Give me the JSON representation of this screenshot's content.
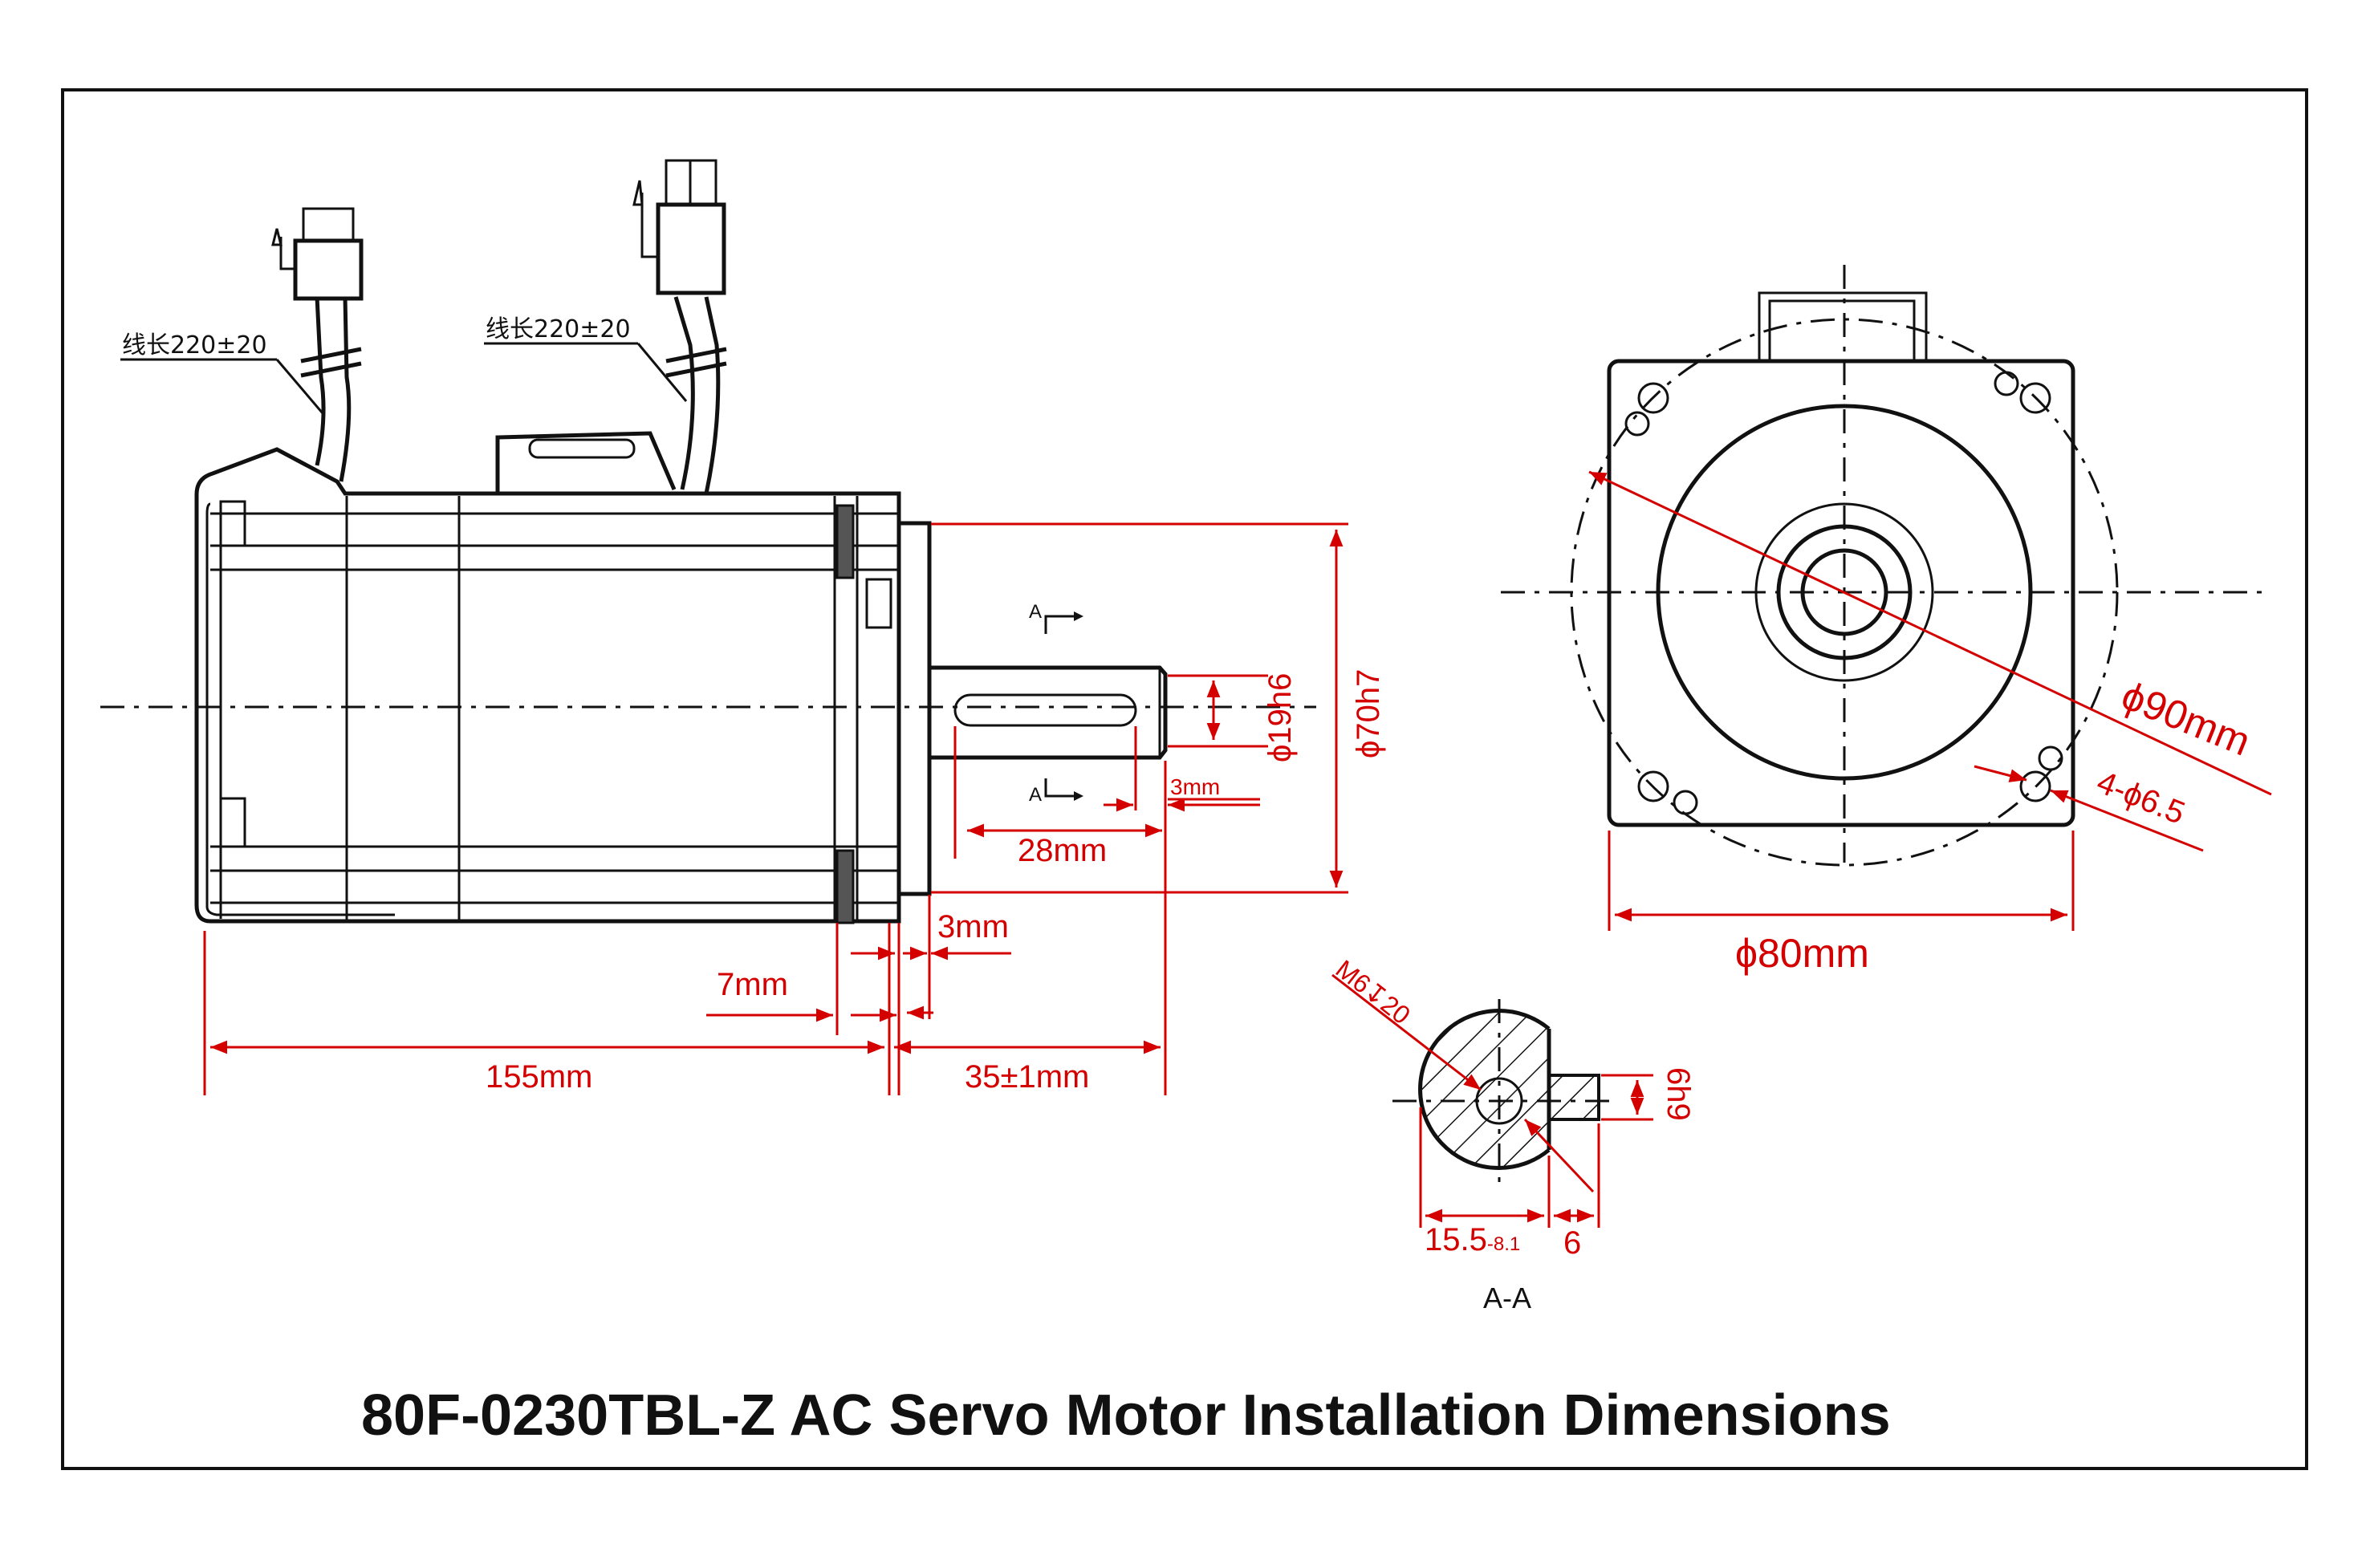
{
  "title": "80F-0230TBL-Z  AC Servo Motor Installation Dimensions",
  "cable_note_1": "线长220±20",
  "cable_note_2": "线长220±20",
  "section_marker_top": "A",
  "section_marker_bottom": "A",
  "section_label": "A-A",
  "dimensions": {
    "flange_pilot": "ϕ70h7",
    "shaft_dia": "ϕ19h6",
    "key_offset": "3mm",
    "key_length": "28mm",
    "pilot_depth": "3mm",
    "flange_thickness": "7mm",
    "body_length": "155mm",
    "shaft_length": "35±1mm",
    "bolt_circle": "ϕ90mm",
    "mount_holes": "4-ϕ6.5",
    "flange_square": "ϕ80mm",
    "tapped_hole": "M6↧20",
    "key_depth_main": "15.5",
    "key_depth_tol": "-8.1",
    "key_width_section": "6",
    "key_height_fit": "6h9"
  },
  "colors": {
    "line": "#111111",
    "dimension": "#d40000",
    "background": "#ffffff"
  }
}
